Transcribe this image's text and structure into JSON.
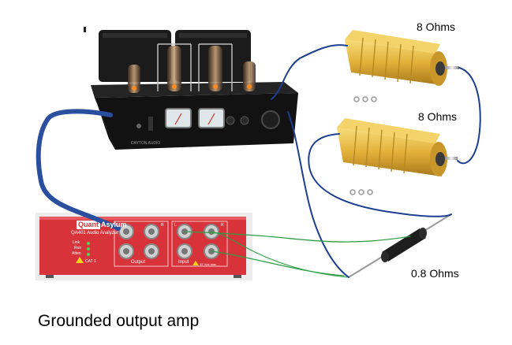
{
  "labels": {
    "resistor_top": "8 Ohms",
    "resistor_middle": "8 Ohms",
    "resistor_bottom": "0.8 Ohms",
    "caption": "Grounded output amp"
  },
  "amplifier": {
    "brand": "DAYTON AUDIO"
  },
  "analyzer": {
    "brand_left": "Quant",
    "brand_right": "Asylum",
    "model": "QA401 Audio Analyzer",
    "leds": [
      "Link",
      "Run",
      "Atten"
    ],
    "cat": "CAT 1",
    "output_label": "Output",
    "input_label": "Input",
    "input_max": "32 Vpk max",
    "channel_left": "L",
    "channel_right": "R"
  },
  "colors": {
    "analyzer_red": "#d8323a",
    "amp_black": "#151515",
    "resistor_gold": "#e8b83a",
    "wire_blue": "#1c3f8f",
    "wire_green": "#2f9e44"
  }
}
